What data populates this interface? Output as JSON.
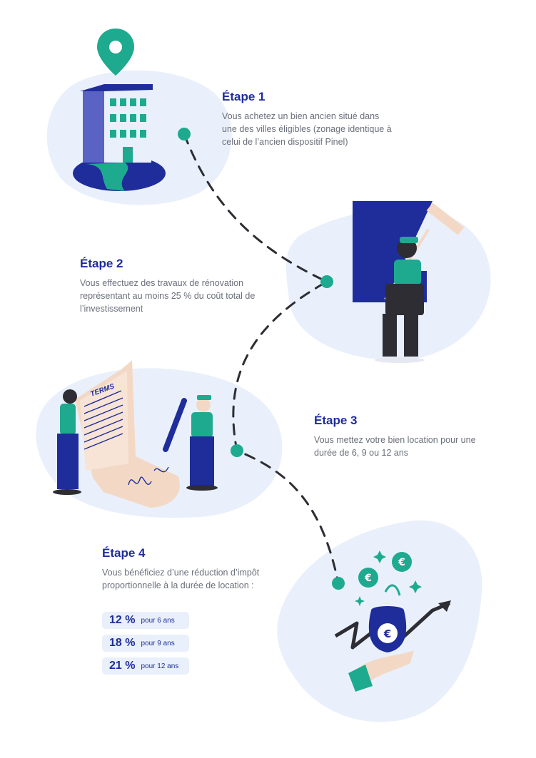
{
  "steps": [
    {
      "title": "Étape 1",
      "text": "Vous achetez un bien ancien situé dans une des villes éligibles (zonage identique à celui de l’ancien dispositif Pinel)"
    },
    {
      "title": "Étape 2",
      "text": "Vous effectuez des travaux de rénovation représentant au moins 25 % du coût total de l’investissement"
    },
    {
      "title": "Étape 3",
      "text": "Vous mettez votre bien location pour une durée de 6, 9 ou 12 ans"
    },
    {
      "title": "Étape 4",
      "text": "Vous bénéficiez d’une réduction d’impôt proportionnelle à la durée de location :"
    }
  ],
  "rates": [
    {
      "percent": "12 %",
      "duration": "pour 6 ans"
    },
    {
      "percent": "18 %",
      "duration": "pour 9 ans"
    },
    {
      "percent": "21 %",
      "duration": "pour 12 ans"
    }
  ],
  "illustration": {
    "document_label": "TERMS",
    "icons": [
      "location-pin-icon",
      "building-icon",
      "painter-icon",
      "contract-icon",
      "euro-coin-icon",
      "trend-arrow-icon"
    ]
  },
  "colors": {
    "navy": "#1e2d9a",
    "teal": "#1eaa8f",
    "blob": "#e9f0fb",
    "paper": "#f3d9c5",
    "text": "#6b6f7a"
  }
}
